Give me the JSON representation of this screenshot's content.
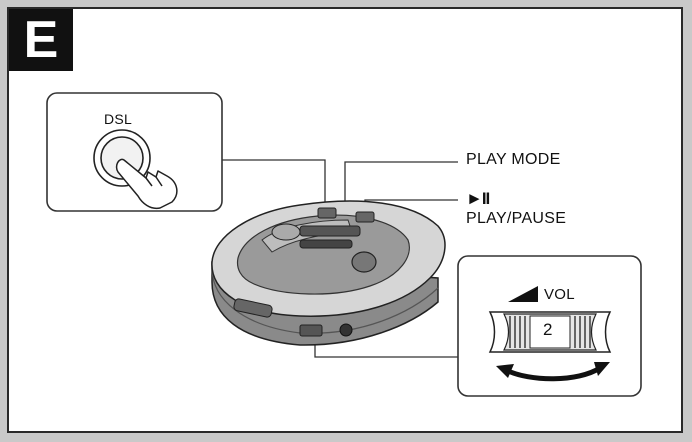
{
  "section_label": "E",
  "labels": {
    "dsl": "DSL",
    "play_mode": "PLAY MODE",
    "play_pause_symbol": "►II",
    "play_pause": "PLAY/PAUSE",
    "vol": "VOL",
    "vol_level": "2"
  },
  "icons": [
    "finger-press-icon",
    "play-pause-icon",
    "volume-triangle-icon",
    "rotate-arrow-icon"
  ],
  "colors": {
    "ink": "#111111",
    "frame": "#2a2a2a",
    "background": "#c9c9c9",
    "device_top": "#d8d8d8",
    "device_side": "#7a7a7a"
  }
}
